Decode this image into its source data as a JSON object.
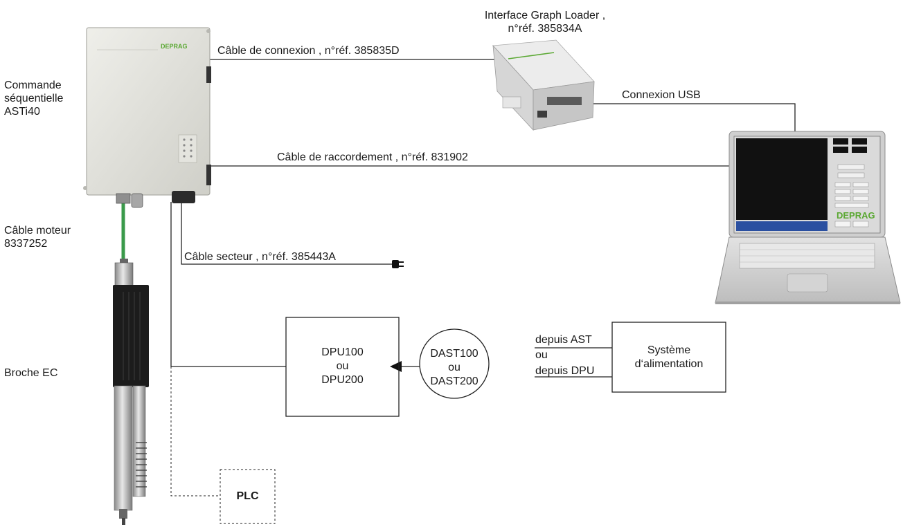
{
  "devices": {
    "controller": {
      "label_lines": [
        "Commande",
        "séquentielle",
        "ASTi40"
      ],
      "brand": "DEPRAG"
    },
    "interface": {
      "label_lines": [
        "Interface Graph Loader ,",
        "n°réf. 385834A"
      ]
    },
    "laptop": {
      "brand": "DEPRAG"
    },
    "spindle": {
      "label": "Broche EC"
    },
    "motor_cable": {
      "label_lines": [
        "Câble moteur",
        "8337252"
      ]
    },
    "dpu": {
      "label_lines": [
        "DPU100",
        "ou",
        "DPU200"
      ]
    },
    "dast": {
      "label_lines": [
        "DAST100",
        "ou",
        "DAST200"
      ]
    },
    "power_system": {
      "label_lines": [
        "Système",
        "d‘alimentation"
      ]
    },
    "plc": {
      "label": "PLC"
    }
  },
  "connections": {
    "connexion_cable": "Câble de connexion , n°réf. 385835D",
    "usb": "Connexion USB",
    "raccordement_cable": "Câble de raccordement , n°réf. 831902",
    "mains_cable": "Câble secteur , n°réf.  385443A",
    "from_ast": "depuis AST",
    "or": "ou",
    "from_dpu": "depuis DPU"
  },
  "colors": {
    "line": "#222222",
    "motor_cable": "#3a9a4a",
    "brand_green": "#5aa832",
    "device_gray": "#dcdcd6",
    "screen": "#111111"
  }
}
